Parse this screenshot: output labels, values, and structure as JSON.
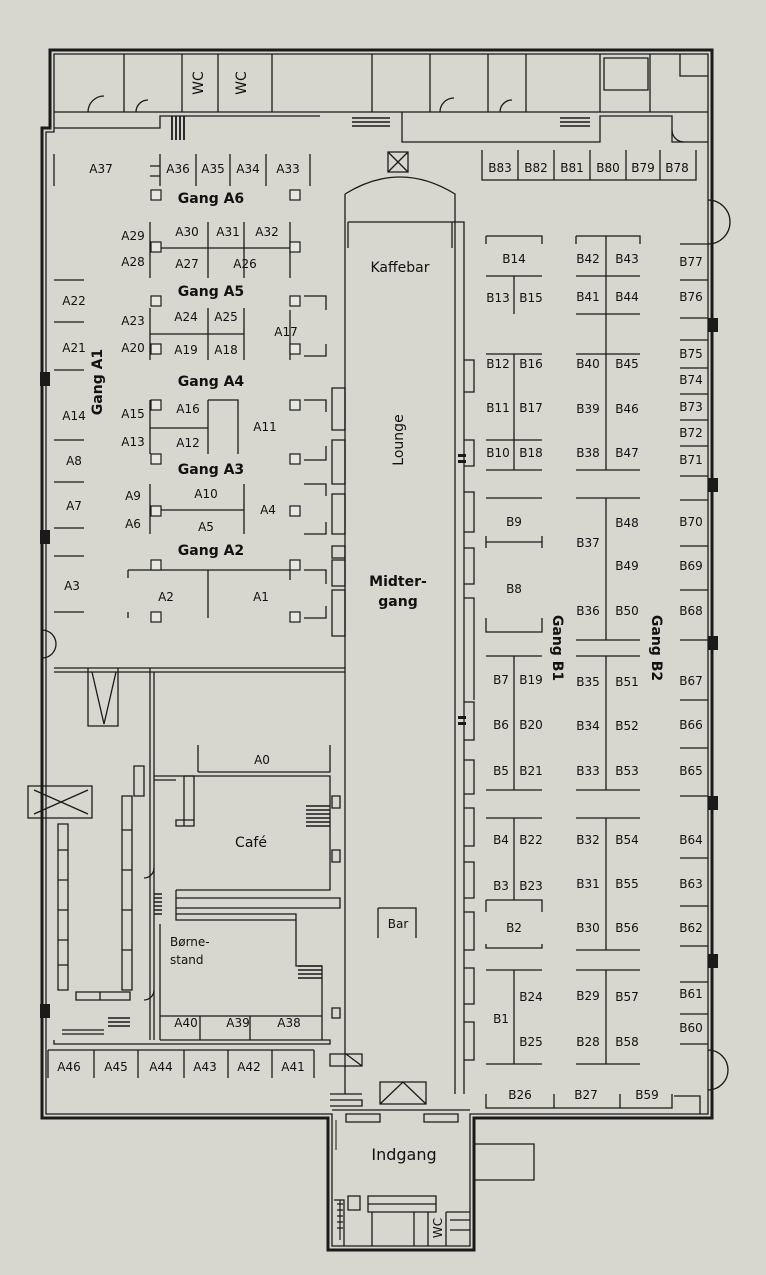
{
  "colors": {
    "background": "#d7d7cf",
    "wall": "#1a1a1a",
    "fill": "#e8e8e2"
  },
  "areas": {
    "wc_top_1": "WC",
    "wc_top_2": "WC",
    "wc_entrance": "WC",
    "kaffebar": "Kaffebar",
    "lounge": "Lounge",
    "midtergang_1": "Midter-",
    "midtergang_2": "gang",
    "cafe": "Café",
    "bar": "Bar",
    "borne_1": "Børne-",
    "borne_2": "stand",
    "indgang": "Indgang"
  },
  "aisles": {
    "a6": "Gang A6",
    "a5": "Gang A5",
    "a4": "Gang A4",
    "a3": "Gang A3",
    "a2": "Gang A2",
    "a1": "Gang A1",
    "b1": "Gang B1",
    "b2": "Gang B2"
  },
  "booths": {
    "A0": "A0",
    "A1": "A1",
    "A2": "A2",
    "A3": "A3",
    "A4": "A4",
    "A5": "A5",
    "A6": "A6",
    "A7": "A7",
    "A8": "A8",
    "A9": "A9",
    "A10": "A10",
    "A11": "A11",
    "A12": "A12",
    "A13": "A13",
    "A14": "A14",
    "A15": "A15",
    "A16": "A16",
    "A17": "A17",
    "A18": "A18",
    "A19": "A19",
    "A20": "A20",
    "A21": "A21",
    "A22": "A22",
    "A23": "A23",
    "A24": "A24",
    "A25": "A25",
    "A26": "A26",
    "A27": "A27",
    "A28": "A28",
    "A29": "A29",
    "A30": "A30",
    "A31": "A31",
    "A32": "A32",
    "A33": "A33",
    "A34": "A34",
    "A35": "A35",
    "A36": "A36",
    "A37": "A37",
    "A38": "A38",
    "A39": "A39",
    "A40": "A40",
    "A41": "A41",
    "A42": "A42",
    "A43": "A43",
    "A44": "A44",
    "A45": "A45",
    "A46": "A46",
    "B1": "B1",
    "B2": "B2",
    "B3": "B3",
    "B4": "B4",
    "B5": "B5",
    "B6": "B6",
    "B7": "B7",
    "B8": "B8",
    "B9": "B9",
    "B10": "B10",
    "B11": "B11",
    "B12": "B12",
    "B13": "B13",
    "B14": "B14",
    "B15": "B15",
    "B16": "B16",
    "B17": "B17",
    "B18": "B18",
    "B19": "B19",
    "B20": "B20",
    "B21": "B21",
    "B22": "B22",
    "B23": "B23",
    "B24": "B24",
    "B25": "B25",
    "B26": "B26",
    "B27": "B27",
    "B28": "B28",
    "B29": "B29",
    "B30": "B30",
    "B31": "B31",
    "B32": "B32",
    "B33": "B33",
    "B34": "B34",
    "B35": "B35",
    "B36": "B36",
    "B37": "B37",
    "B38": "B38",
    "B39": "B39",
    "B40": "B40",
    "B41": "B41",
    "B42": "B42",
    "B43": "B43",
    "B44": "B44",
    "B45": "B45",
    "B46": "B46",
    "B47": "B47",
    "B48": "B48",
    "B49": "B49",
    "B50": "B50",
    "B51": "B51",
    "B52": "B52",
    "B53": "B53",
    "B54": "B54",
    "B55": "B55",
    "B56": "B56",
    "B57": "B57",
    "B58": "B58",
    "B59": "B59",
    "B60": "B60",
    "B61": "B61",
    "B62": "B62",
    "B63": "B63",
    "B64": "B64",
    "B65": "B65",
    "B66": "B66",
    "B67": "B67",
    "B68": "B68",
    "B69": "B69",
    "B70": "B70",
    "B71": "B71",
    "B72": "B72",
    "B73": "B73",
    "B74": "B74",
    "B75": "B75",
    "B76": "B76",
    "B77": "B77",
    "B78": "B78",
    "B79": "B79",
    "B80": "B80",
    "B81": "B81",
    "B82": "B82",
    "B83": "B83"
  }
}
